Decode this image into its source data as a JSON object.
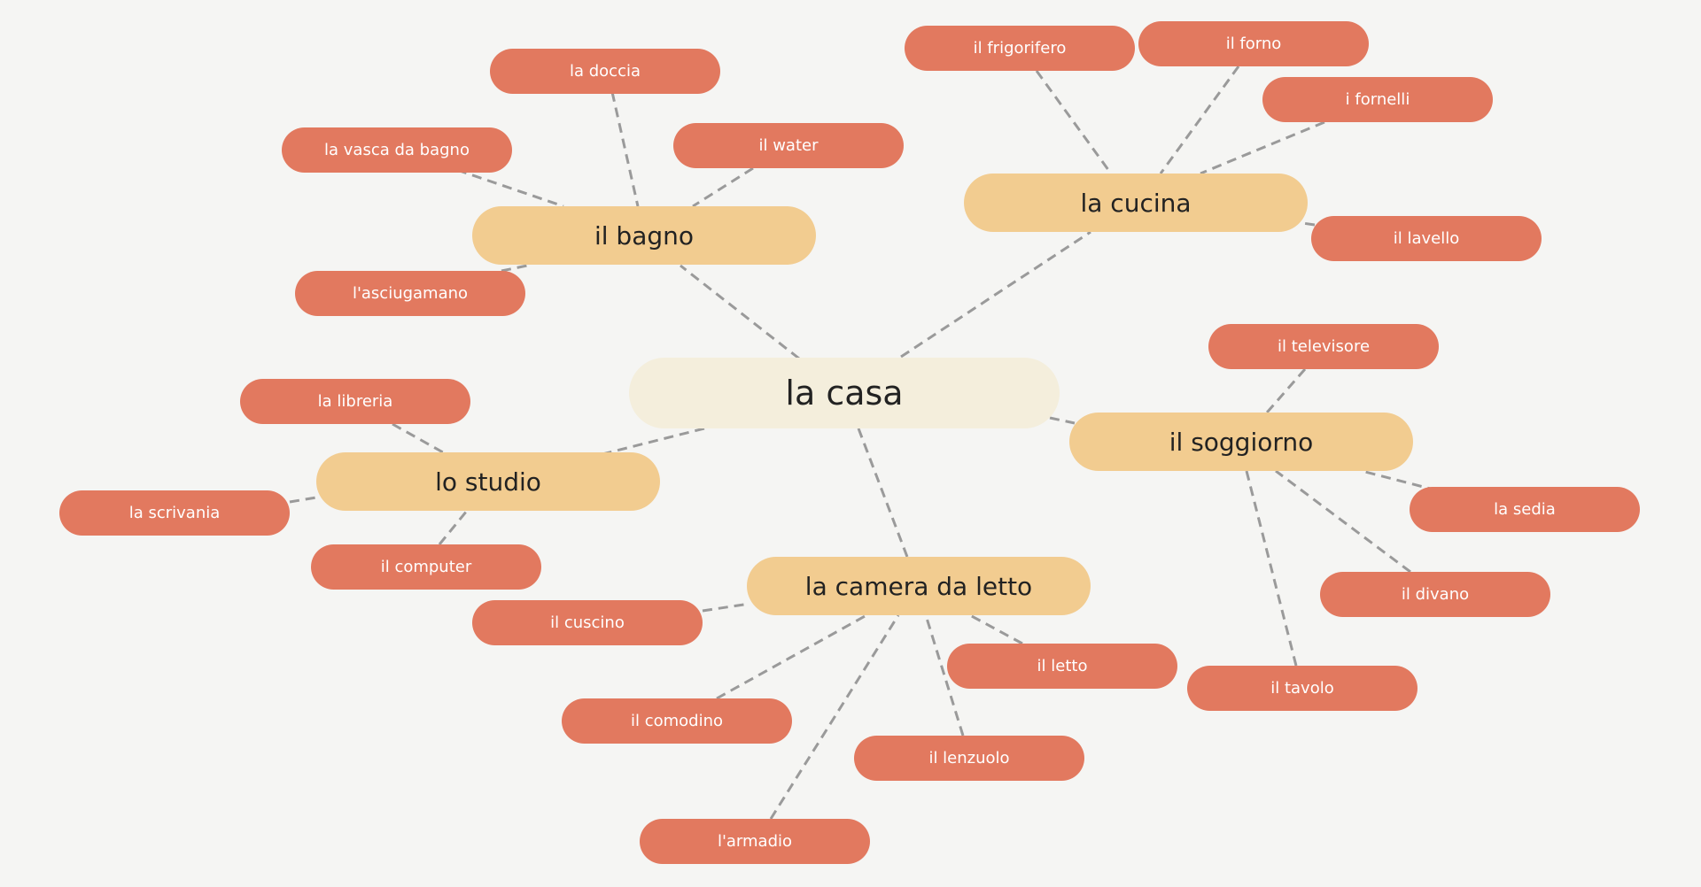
{
  "root": {
    "id": "casa",
    "label": "la casa"
  },
  "categories": [
    {
      "id": "bagno",
      "label": "il bagno"
    },
    {
      "id": "cucina",
      "label": "la cucina"
    },
    {
      "id": "studio",
      "label": "lo studio"
    },
    {
      "id": "soggiorno",
      "label": "il soggiorno"
    },
    {
      "id": "camera",
      "label": "la camera da letto"
    }
  ],
  "leaves": [
    {
      "id": "doccia",
      "parent": "bagno",
      "label": "la doccia"
    },
    {
      "id": "vasca",
      "parent": "bagno",
      "label": "la vasca da bagno"
    },
    {
      "id": "water",
      "parent": "bagno",
      "label": "il water"
    },
    {
      "id": "asciugamano",
      "parent": "bagno",
      "label": "l'asciugamano"
    },
    {
      "id": "frigorifero",
      "parent": "cucina",
      "label": "il frigorifero"
    },
    {
      "id": "forno",
      "parent": "cucina",
      "label": "il forno"
    },
    {
      "id": "fornelli",
      "parent": "cucina",
      "label": "i fornelli"
    },
    {
      "id": "lavello",
      "parent": "cucina",
      "label": "il lavello"
    },
    {
      "id": "libreria",
      "parent": "studio",
      "label": "la libreria"
    },
    {
      "id": "scrivania",
      "parent": "studio",
      "label": "la scrivania"
    },
    {
      "id": "computer",
      "parent": "studio",
      "label": "il computer"
    },
    {
      "id": "televisore",
      "parent": "soggiorno",
      "label": "il televisore"
    },
    {
      "id": "sedia",
      "parent": "soggiorno",
      "label": "la sedia"
    },
    {
      "id": "divano",
      "parent": "soggiorno",
      "label": "il divano"
    },
    {
      "id": "tavolo",
      "parent": "soggiorno",
      "label": "il tavolo"
    },
    {
      "id": "cuscino",
      "parent": "camera",
      "label": "il cuscino"
    },
    {
      "id": "letto",
      "parent": "camera",
      "label": "il letto"
    },
    {
      "id": "comodino",
      "parent": "camera",
      "label": "il comodino"
    },
    {
      "id": "lenzuolo",
      "parent": "camera",
      "label": "il lenzuolo"
    },
    {
      "id": "armadio",
      "parent": "camera",
      "label": "l'armadio"
    }
  ],
  "colors": {
    "background": "#f5f5f3",
    "root_fill": "#f4eedc",
    "category_fill": "#f2cc90",
    "leaf_fill": "#e2795f",
    "leaf_text": "#ffffff",
    "connector": "#9a9a9a"
  }
}
